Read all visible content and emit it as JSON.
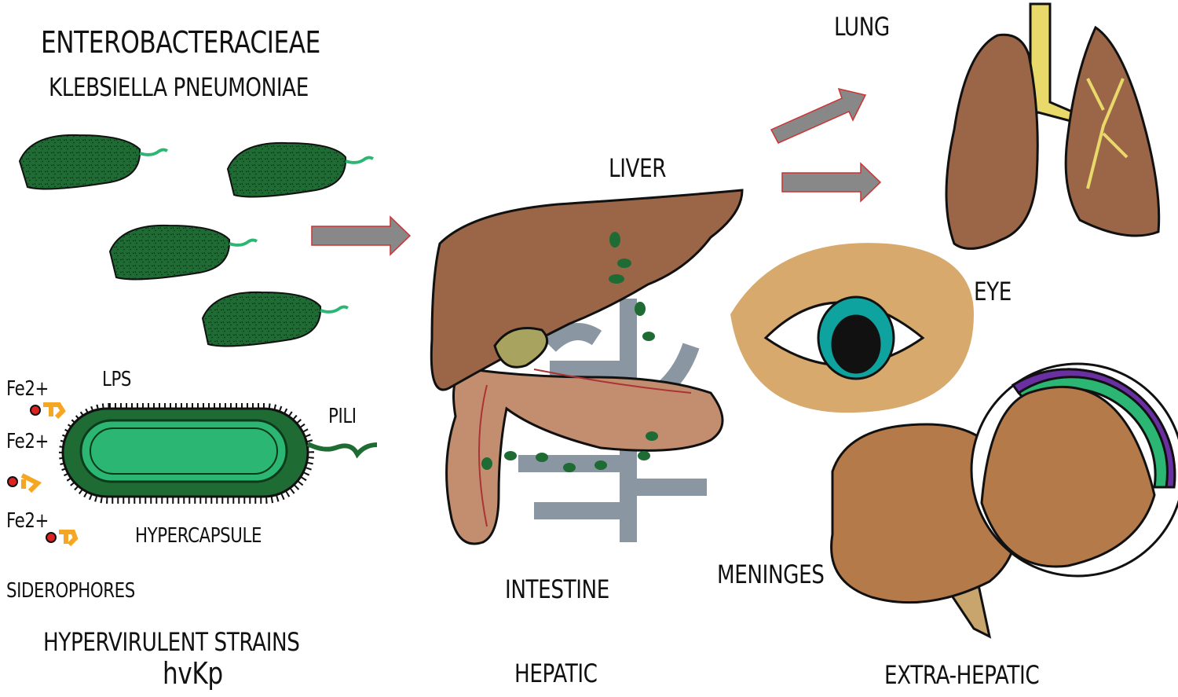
{
  "title": "ENTEROBACTERACIEAE",
  "subtitle": "KLEBSIELLA PNEUMONIAE",
  "bacterium_labels": {
    "lps": "LPS",
    "pili": "PILI",
    "fe1": "Fe2+",
    "fe2": "Fe2+",
    "fe3": "Fe2+",
    "hypercapsule": "HYPERCAPSULE",
    "siderophores": "SIDEROPHORES"
  },
  "strains": {
    "title": "HYPERVIRULENT STRAINS",
    "abbr": "hvKp"
  },
  "hepatic": {
    "liver": "LIVER",
    "intestine": "INTESTINE",
    "caption": "HEPATIC"
  },
  "extra_hepatic": {
    "lung": "LUNG",
    "eye": "EYE",
    "meninges": "MENINGES",
    "caption": "EXTRA-HEPATIC"
  },
  "colors": {
    "bacteria": "#1e6b33",
    "capsule": "#2bb673",
    "liver": "#9b6647",
    "vessel": "#8a97a3",
    "arrow": "#888888"
  }
}
